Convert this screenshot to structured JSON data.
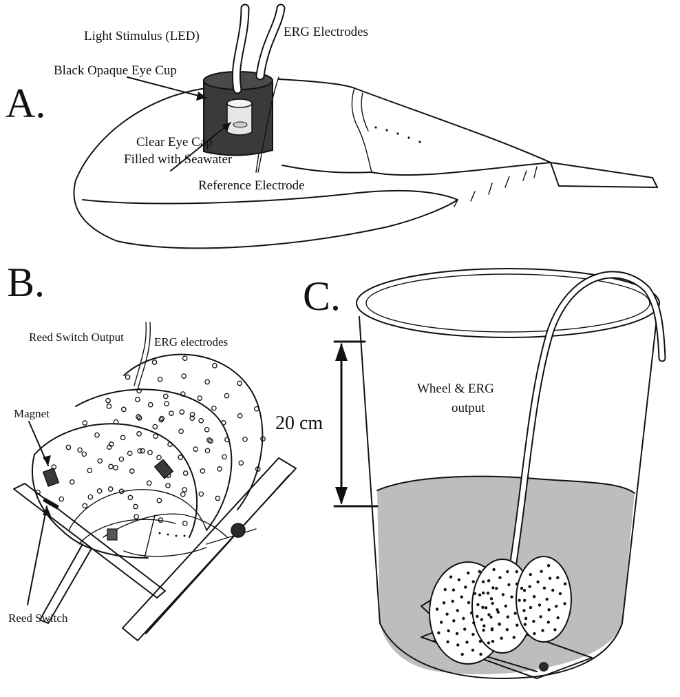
{
  "panels": {
    "a": {
      "letter": "A.",
      "labels": {
        "light_stimulus": "Light Stimulus (LED)",
        "erg_electrodes": "ERG Electrodes",
        "eye_cup": "Black Opaque Eye Cup",
        "eye_cap_line1": "Clear Eye Cap",
        "eye_cap_line2": "Filled with Seawater",
        "reference_electrode": "Reference Electrode"
      }
    },
    "b": {
      "letter": "B.",
      "labels": {
        "reed_switch_output": "Reed Switch Output",
        "erg_electrodes": "ERG electrodes",
        "magnet": "Magnet",
        "reed_switch": "Reed Switch"
      }
    },
    "c": {
      "letter": "C.",
      "labels": {
        "output_line1": "Wheel & ERG",
        "output_line2": "output",
        "depth": "20 cm"
      }
    }
  },
  "colors": {
    "ink": "#111111",
    "eye_cup_fill": "#3a3a3a",
    "water_fill": "#bdbdbd",
    "paper": "#ffffff"
  }
}
